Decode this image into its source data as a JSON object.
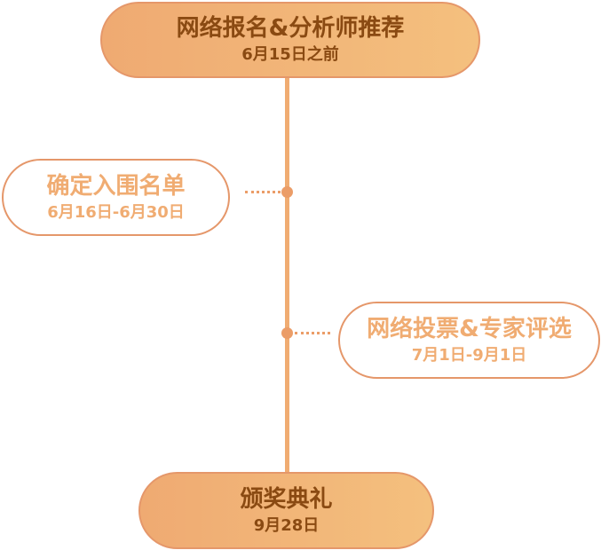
{
  "stages": [
    {
      "title": "网络报名&分析师推荐",
      "date": "6月15日之前"
    },
    {
      "title": "确定入围名单",
      "date": "6月16日-6月30日"
    },
    {
      "title": "网络投票&专家评选",
      "date": "7月1日-9月1日"
    },
    {
      "title": "颁奖典礼",
      "date": "9月28日"
    }
  ],
  "colors": {
    "accent": "#f0ac72",
    "border": "#e5976a",
    "dark_text": "#8a4a12"
  }
}
